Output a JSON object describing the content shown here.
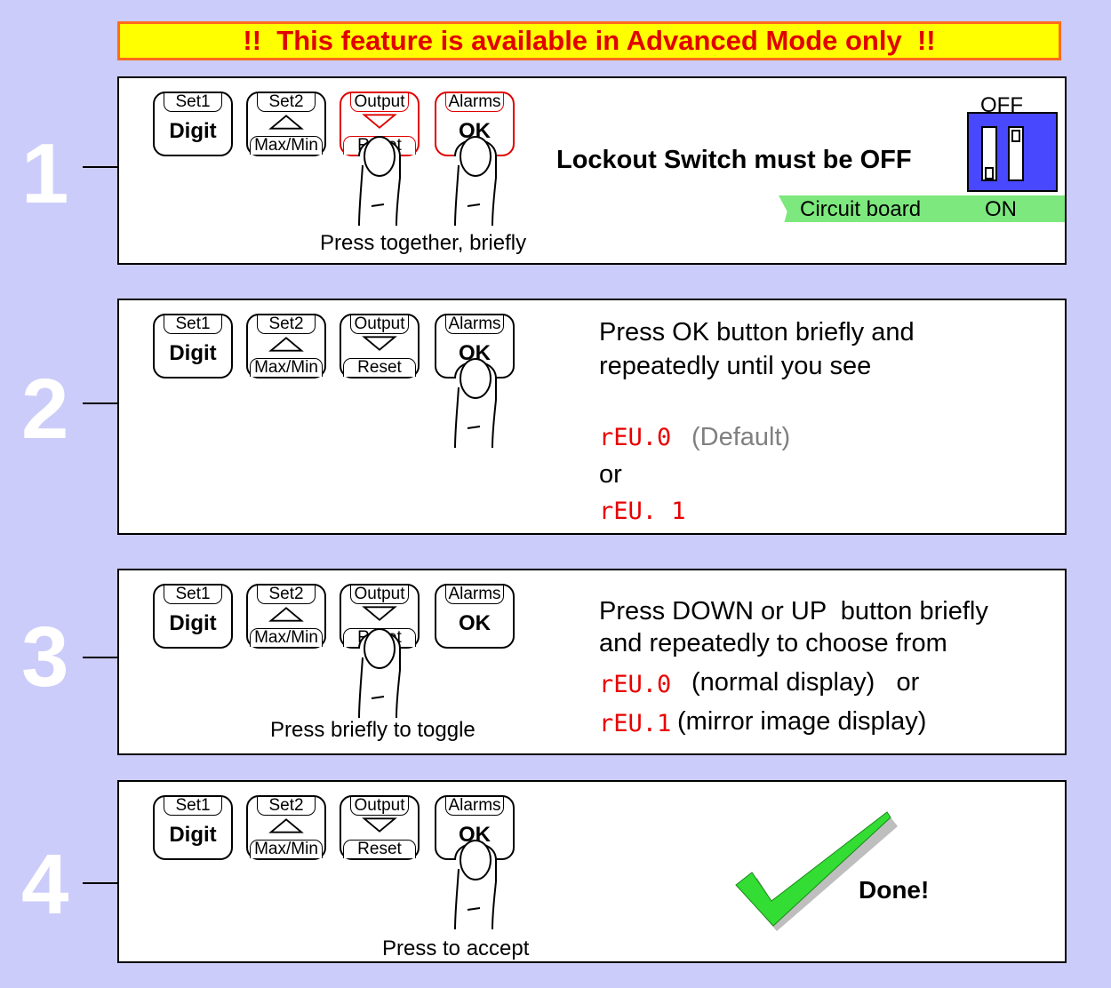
{
  "banner": "!!  This feature is available in Advanced Mode only  !!",
  "keys": {
    "set1": {
      "top": "Set1",
      "main": "Digit"
    },
    "set2": {
      "top": "Set2",
      "bottom": "Max/Min"
    },
    "output": {
      "top": "Output",
      "bottom": "Reset"
    },
    "alarms": {
      "top": "Alarms",
      "main": "OK"
    }
  },
  "steps": [
    {
      "number": "1",
      "caption": "Press together, briefly",
      "text": "Lockout Switch must be OFF",
      "switch": {
        "off_label": "OFF",
        "on_label": "ON",
        "board_label": "Circuit board"
      }
    },
    {
      "number": "2",
      "text_line1": "Press OK button briefly and",
      "text_line2": "repeatedly until you see",
      "display_a": "rEU.0",
      "display_a_note": "(Default)",
      "or": "or",
      "display_b": "rEU. 1"
    },
    {
      "number": "3",
      "caption": "Press briefly to toggle",
      "text_line1": "Press DOWN or UP  button briefly",
      "text_line2": "and repeatedly to choose from",
      "display_a": "rEU.0",
      "display_a_note": "(normal display)   or",
      "display_b": "rEU.1",
      "display_b_note": "(mirror image display)"
    },
    {
      "number": "4",
      "caption": "Press to accept",
      "done": "Done!"
    }
  ],
  "colors": {
    "background": "#ccccfa",
    "banner_bg": "#ffff00",
    "banner_text": "#e00000",
    "led": "#e80000",
    "check": "#33dd33",
    "switch": "#4848ff",
    "board": "#7de87d"
  },
  "icons": [
    "finger-press-icon",
    "up-arrow-icon",
    "down-arrow-icon",
    "checkmark-icon",
    "dip-switch-icon"
  ]
}
